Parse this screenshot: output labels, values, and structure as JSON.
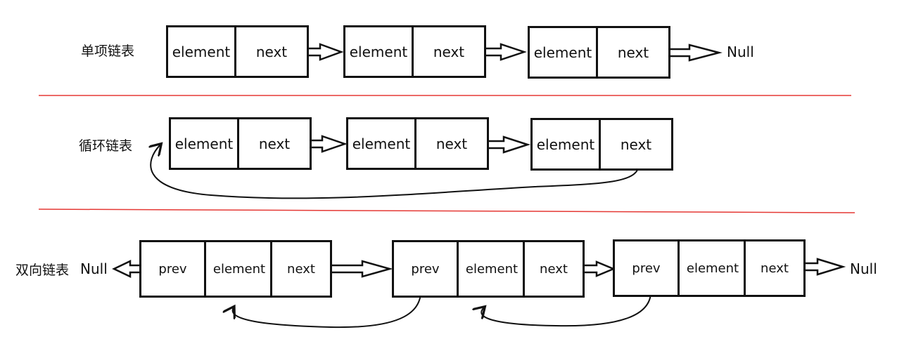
{
  "sections": {
    "singly": {
      "label": "单项链表",
      "null_label": "Null"
    },
    "circular": {
      "label": "循环链表"
    },
    "doubly": {
      "label": "双向链表",
      "null_left": "Null",
      "null_right": "Null"
    }
  },
  "fields": {
    "prev": "prev",
    "element": "element",
    "next": "next"
  },
  "colors": {
    "divider_line": "#e53935",
    "ink": "#111111"
  },
  "node_counts": {
    "singly": 3,
    "circular": 3,
    "doubly": 3
  }
}
